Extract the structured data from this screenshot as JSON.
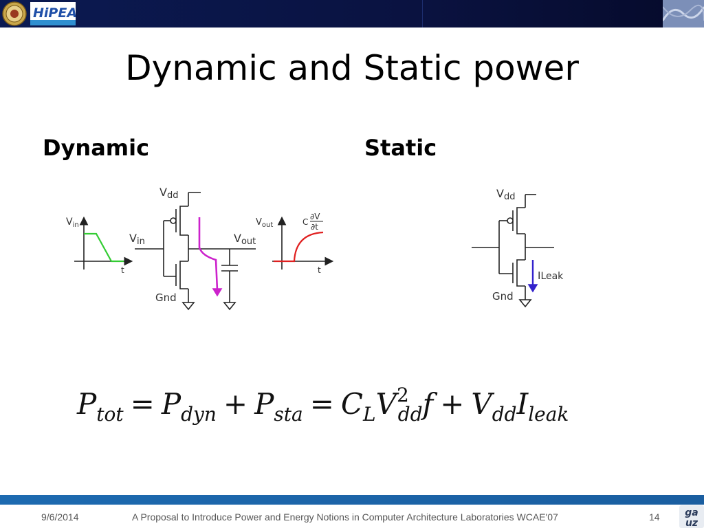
{
  "slide": {
    "title": "Dynamic and Static power",
    "dynamic_heading": "Dynamic",
    "static_heading": "Static"
  },
  "dynamic_diagram": {
    "vin_axis_label_main": "V",
    "vin_axis_label_sub": "in",
    "t_label_left": "t",
    "vdd_main": "V",
    "vdd_sub": "dd",
    "vin_main": "V",
    "vin_sub": "in",
    "vout_main": "V",
    "vout_sub": "out",
    "gnd": "Gnd",
    "vout_axis_main": "V",
    "vout_axis_sub": "out",
    "cap_c": "C",
    "cap_num": "∂V",
    "cap_den": "∂t",
    "t_label_right": "t",
    "colors": {
      "input_wave": "#33cc33",
      "current": "#cc22cc",
      "output_wave": "#e02020"
    }
  },
  "static_diagram": {
    "vdd_main": "V",
    "vdd_sub": "dd",
    "gnd": "Gnd",
    "leak_main": "I",
    "leak_sub": "Leak",
    "colors": {
      "leak_arrow": "#3322cc"
    }
  },
  "formula": {
    "p": "P",
    "tot": "tot",
    "eq": "=",
    "dyn": "dyn",
    "plus": "+",
    "sta": "sta",
    "c": "C",
    "l": "L",
    "v": "V",
    "dd": "dd",
    "two": "2",
    "f": "f",
    "i": "I",
    "leak": "leak"
  },
  "footer": {
    "date": "9/6/2014",
    "text": "A Proposal to Introduce Power and Energy Notions in Computer Architecture Laboratories WCAE'07",
    "page": "14"
  },
  "logos": {
    "gaz_line1": "ga",
    "gaz_line2": "uz",
    "hipeac": "HiPEAC"
  }
}
